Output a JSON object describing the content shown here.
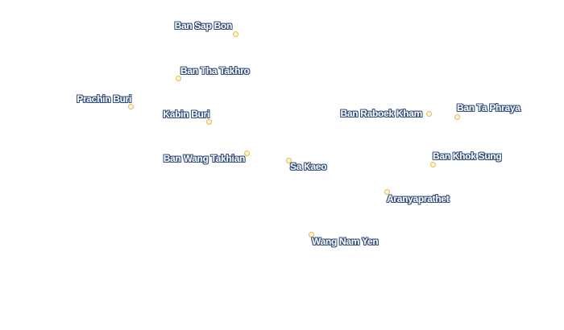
{
  "map": {
    "places": [
      {
        "id": "ban-sap-bon",
        "name": "Ban Sap Bon"
      },
      {
        "id": "ban-tha-takhro",
        "name": "Ban Tha Takhro"
      },
      {
        "id": "prachin-buri",
        "name": "Prachin Buri"
      },
      {
        "id": "kabin-buri",
        "name": "Kabin Buri"
      },
      {
        "id": "ban-raboek-kham",
        "name": "Ban Raboek Kham"
      },
      {
        "id": "ban-ta-phraya",
        "name": "Ban Ta Phraya"
      },
      {
        "id": "ban-wang-takhian",
        "name": "Ban Wang Takhian"
      },
      {
        "id": "sa-kaeo",
        "name": "Sa Kaeo"
      },
      {
        "id": "ban-khok-sung",
        "name": "Ban Khok Sung"
      },
      {
        "id": "aranyaprathet",
        "name": "Aranyaprathet"
      },
      {
        "id": "wang-nam-yen",
        "name": "Wang Nam Yen"
      }
    ],
    "colors": {
      "marker_stroke": "#e6b84a",
      "label_halo": "#34507f",
      "label_text": "#ffffff"
    }
  }
}
